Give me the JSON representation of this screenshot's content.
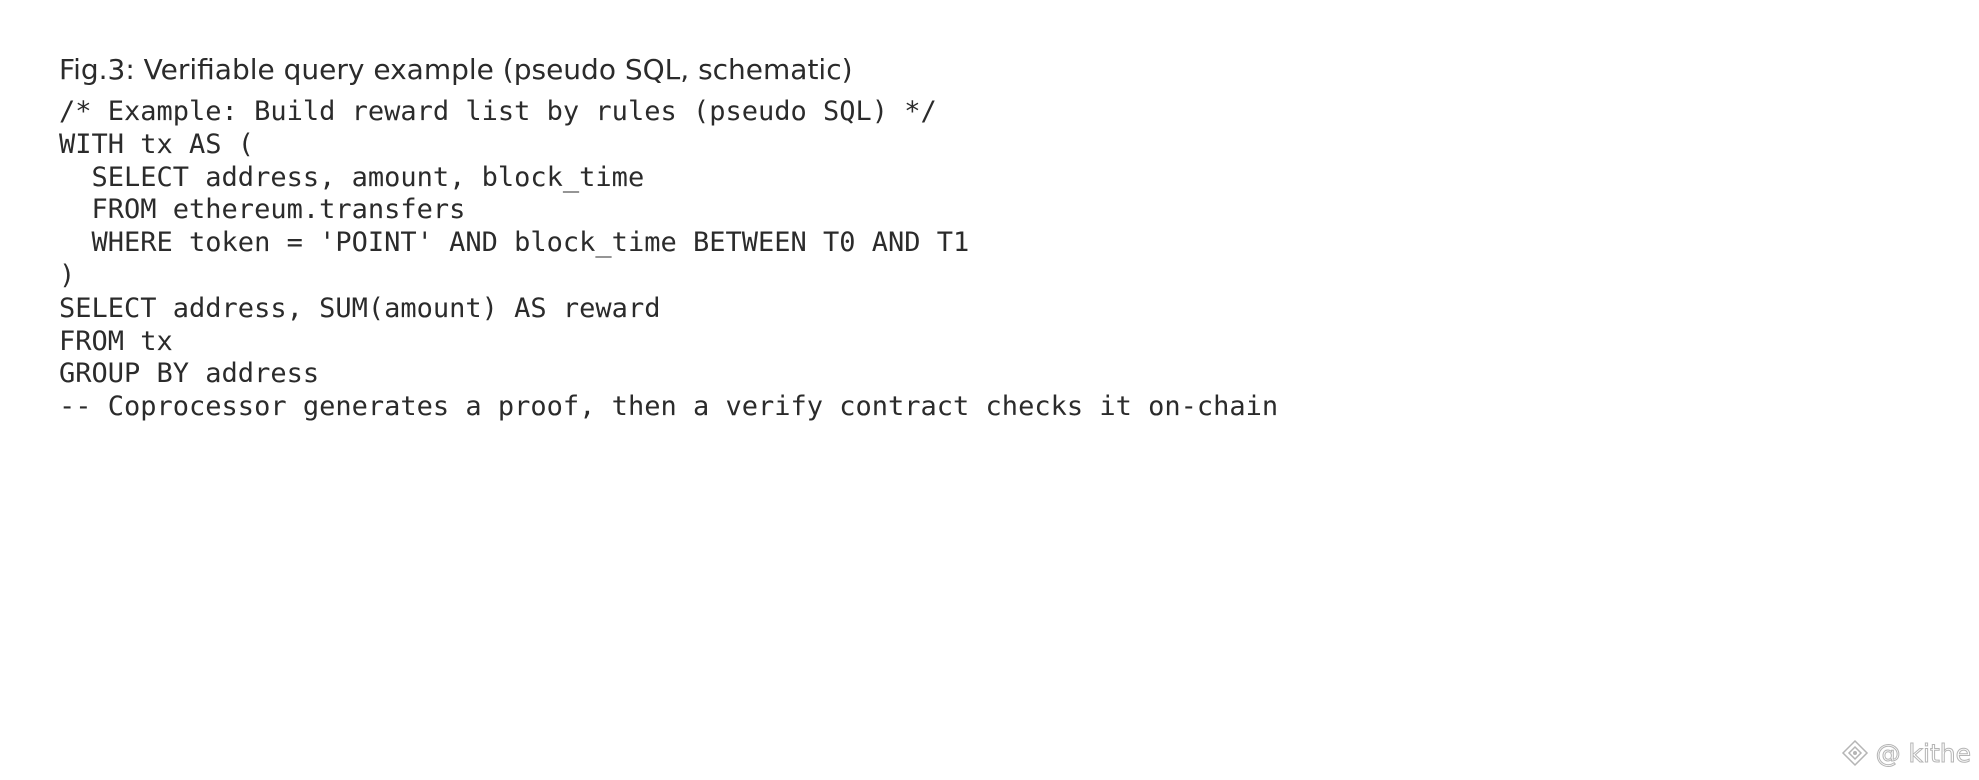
{
  "figure": {
    "caption": "Fig.3: Verifiable query example (pseudo SQL, schematic)",
    "code_lines": [
      "/* Example: Build reward list by rules (pseudo SQL) */",
      "WITH tx AS (",
      "  SELECT address, amount, block_time",
      "  FROM ethereum.transfers",
      "  WHERE token = 'POINT' AND block_time BETWEEN T0 AND T1",
      ")",
      "SELECT address, SUM(amount) AS reward",
      "FROM tx",
      "GROUP BY address",
      "-- Coprocessor generates a proof, then a verify contract checks it on-chain"
    ]
  },
  "watermark": {
    "icon": "diamond-logo-icon",
    "text": "@ kithe"
  }
}
